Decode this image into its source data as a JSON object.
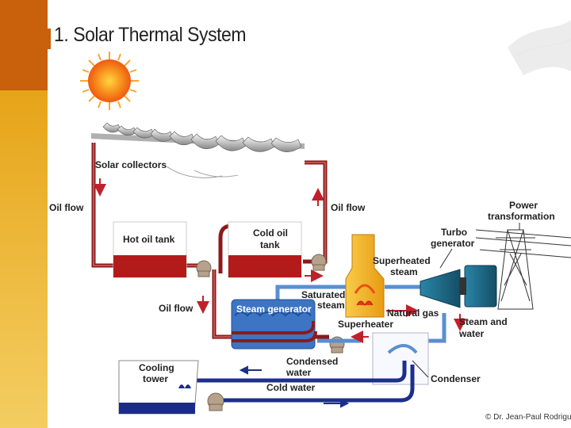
{
  "title": "1. Solar Thermal System",
  "labels": {
    "solar_collectors": "Solar collectors",
    "oil_flow_left": "Oil flow",
    "oil_flow_right": "Oil flow",
    "oil_flow_lower": "Oil flow",
    "hot_oil_tank": "Hot oil tank",
    "cold_oil_tank_1": "Cold oil",
    "cold_oil_tank_2": "tank",
    "power_transformation_1": "Power",
    "power_transformation_2": "transformation",
    "turbo_generator_1": "Turbo",
    "turbo_generator_2": "generator",
    "superheated_steam_1": "Superheated",
    "superheated_steam_2": "steam",
    "saturated_steam_1": "Saturated",
    "saturated_steam_2": "steam",
    "steam_generator": "Steam generator",
    "natural_gas": "Natural gas",
    "superheater": "Superheater",
    "steam_and_water_1": "Steam and",
    "steam_and_water_2": "water",
    "cooling_tower_1": "Cooling",
    "cooling_tower_2": "tower",
    "condensed_water_1": "Condensed",
    "condensed_water_2": "water",
    "cold_water": "Cold water",
    "condenser": "Condenser"
  },
  "copyright": "© Dr. Jean-Paul Rodrigu",
  "colors": {
    "oil_pipe": "#8b1a1a",
    "steam_pipe": "#5b8fd0",
    "water_pipe": "#1c2f8a",
    "sun": "#f36b12",
    "heater": "#f2b21b",
    "turbine": "#1f6b8a",
    "accent": "#c8600c"
  }
}
